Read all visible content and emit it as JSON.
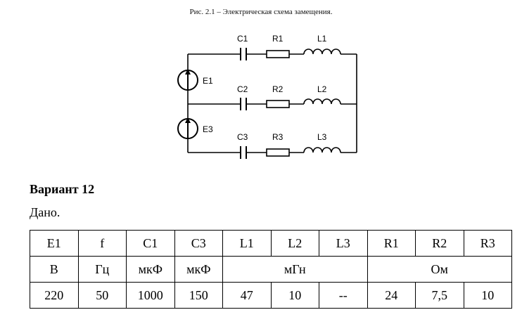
{
  "caption": "Рис. 2.1 – Электрическая схема замещения.",
  "circuit": {
    "labels": {
      "c1": "C1",
      "r1": "R1",
      "l1": "L1",
      "c2": "C2",
      "r2": "R2",
      "l2": "L2",
      "c3": "C3",
      "r3": "R3",
      "l3": "L3",
      "e1": "E1",
      "e3": "E3"
    }
  },
  "variant_title": "Вариант 12",
  "given_label": "Дано.",
  "table": {
    "headers": [
      "E1",
      "f",
      "C1",
      "C3",
      "L1",
      "L2",
      "L3",
      "R1",
      "R2",
      "R3"
    ],
    "units": {
      "e1": "В",
      "f": "Гц",
      "c1": "мкФ",
      "c3": "мкФ",
      "inductance": "мГн",
      "resistance": "Ом"
    },
    "values": [
      "220",
      "50",
      "1000",
      "150",
      "47",
      "10",
      "--",
      "24",
      "7,5",
      "10"
    ]
  }
}
